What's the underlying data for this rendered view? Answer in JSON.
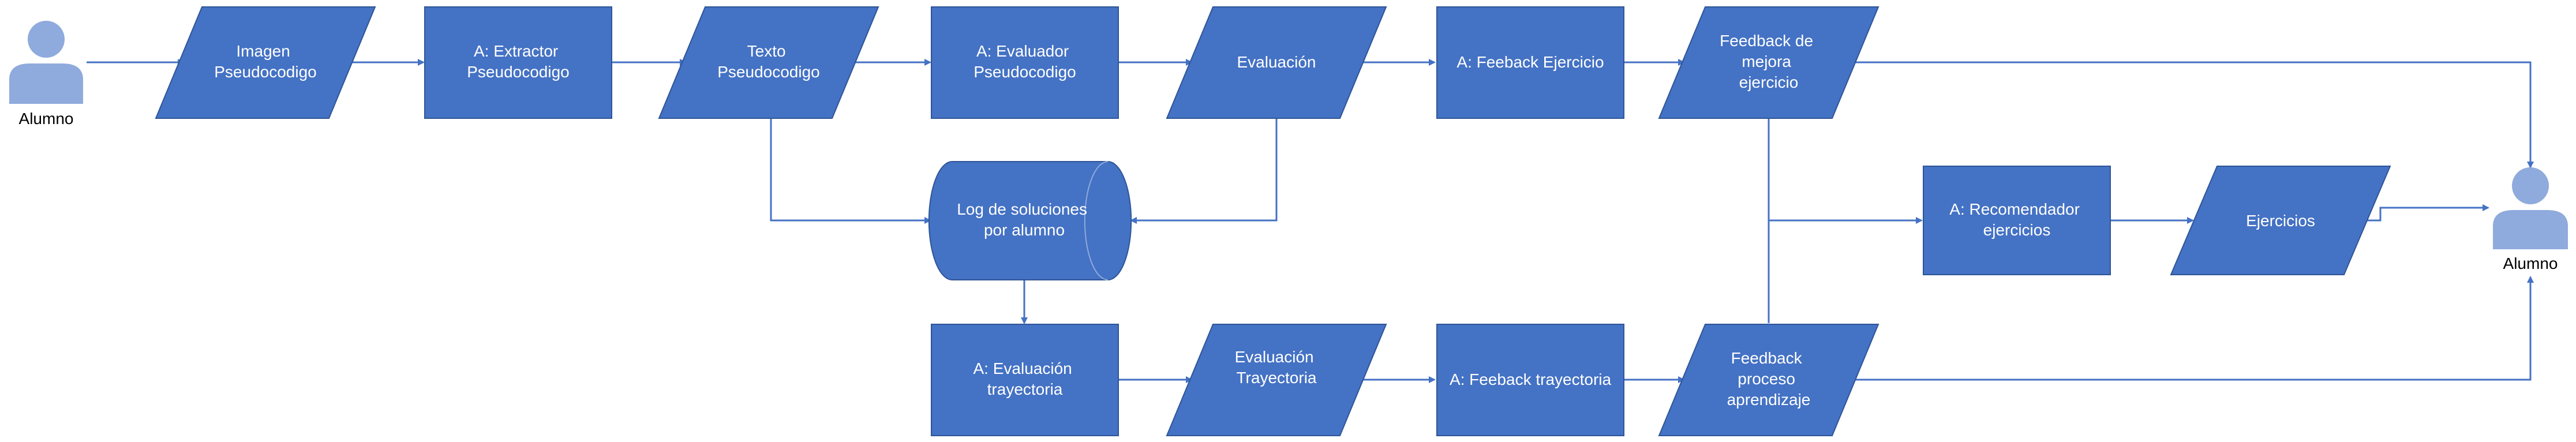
{
  "diagram": {
    "actors": {
      "alumno_start": "Alumno",
      "alumno_end": "Alumno"
    },
    "nodes": {
      "imagen_pseudocodigo": [
        "Imagen",
        "Pseudocodigo"
      ],
      "extractor": [
        "A: Extractor",
        "Pseudocodigo"
      ],
      "texto_pseudocodigo": [
        "Texto",
        "Pseudocodigo"
      ],
      "evaluador": [
        "A: Evaluador",
        "Pseudocodigo"
      ],
      "evaluacion": [
        "Evaluación"
      ],
      "feedback_ejercicio": [
        "A: Feeback Ejercicio"
      ],
      "feedback_mejora": [
        "Feedback de",
        "mejora",
        "ejercicio"
      ],
      "log_soluciones": [
        "Log de soluciones",
        "por alumno"
      ],
      "recomendador": [
        "A: Recomendador",
        "ejercicios"
      ],
      "ejercicios": [
        "Ejercicios"
      ],
      "evaluacion_trayectoria_agent": [
        "A: Evaluación",
        "trayectoria"
      ],
      "evaluacion_trayectoria": [
        "Evaluación",
        "",
        "Trayectoria"
      ],
      "feedback_trayectoria": [
        "A: Feeback trayectoria"
      ],
      "feedback_proceso": [
        "Feedback",
        "proceso",
        "aprendizaje"
      ]
    },
    "colors": {
      "node_fill": "#4472C4",
      "node_stroke": "#2F5597",
      "actor_fill": "#8FAADC",
      "edge": "#4472C4",
      "node_text": "#FFFFFF"
    }
  }
}
